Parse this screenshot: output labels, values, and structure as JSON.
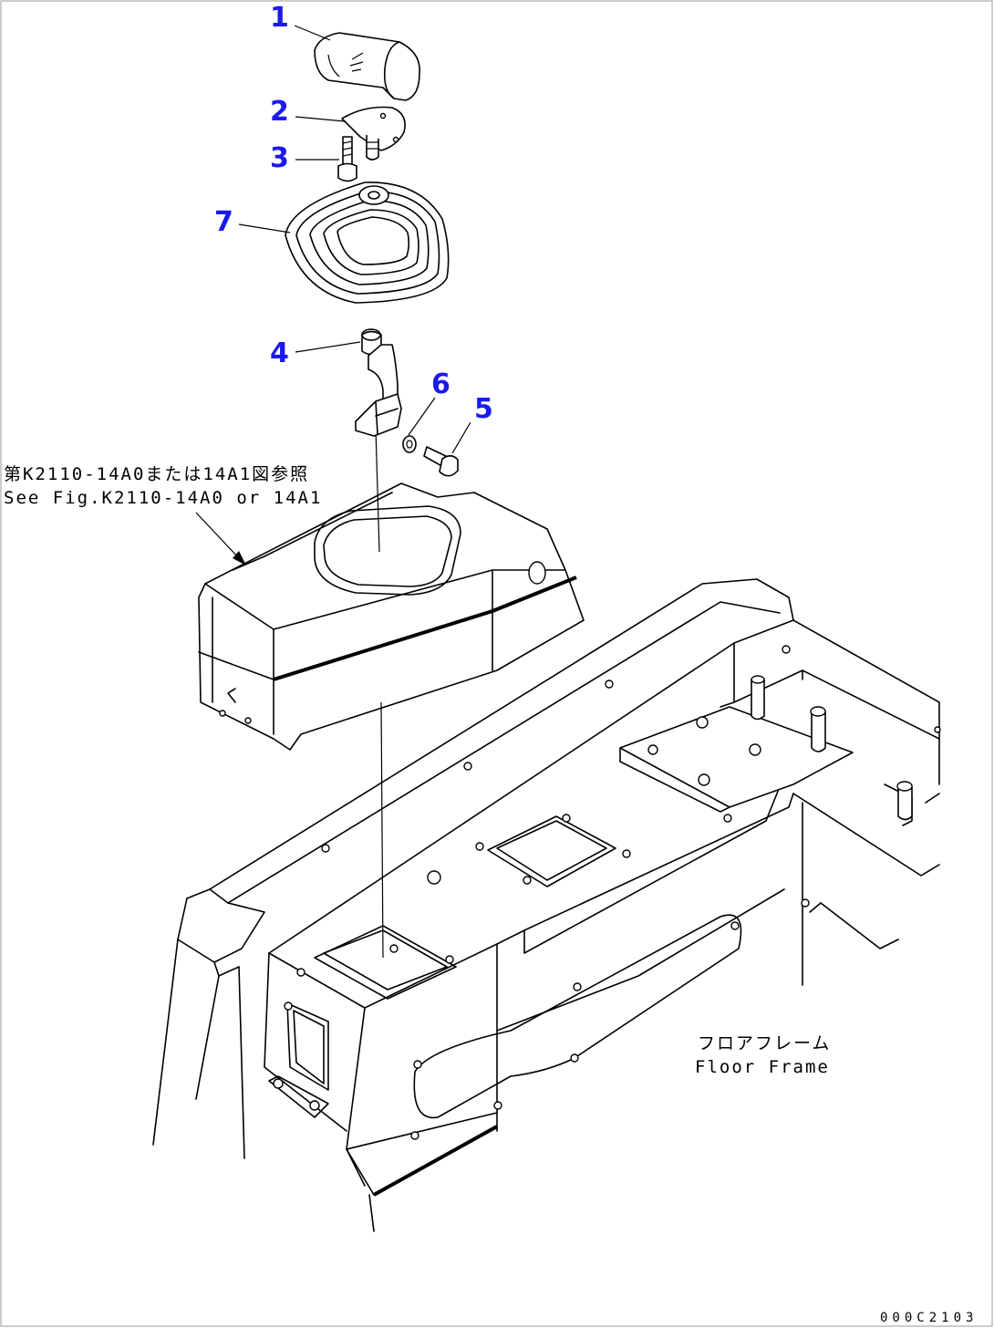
{
  "callouts": {
    "p1": "1",
    "p2": "2",
    "p3": "3",
    "p4": "4",
    "p5": "5",
    "p6": "6",
    "p7": "7"
  },
  "reference_note": {
    "jp": "第K2110-14A0または14A1図参照",
    "en": "See Fig.K2110-14A0 or 14A1"
  },
  "frame_label": {
    "jp": "フロアフレーム",
    "en": "Floor Frame"
  },
  "drawing_code": "000C2103",
  "colors": {
    "callout": "#1a1aee",
    "line": "#000000",
    "background": "#ffffff"
  }
}
